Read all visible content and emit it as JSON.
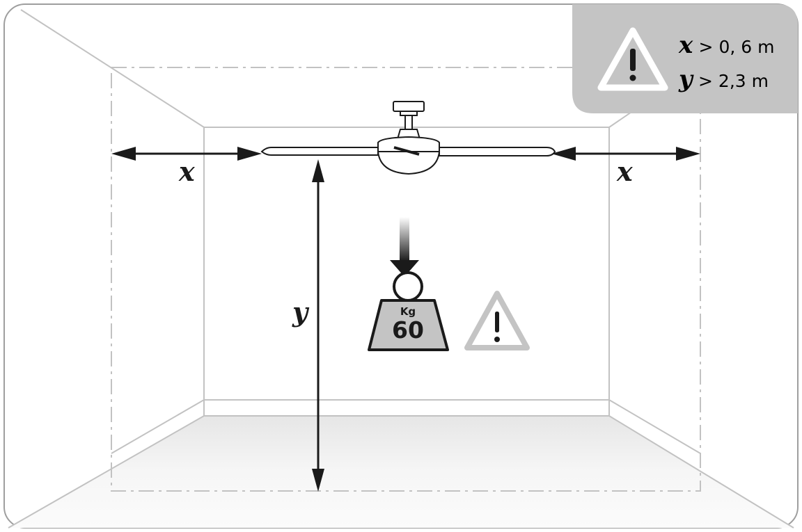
{
  "warning_box": {
    "row_x": {
      "variable": "x",
      "text": "> 0, 6 m"
    },
    "row_y": {
      "variable": "y",
      "text": "> 2,3 m"
    }
  },
  "dimensions": {
    "left_x_label": "x",
    "right_x_label": "x",
    "height_label": "y"
  },
  "weight": {
    "unit": "Kg",
    "value": "60"
  },
  "icons": [
    "warning-icon-box",
    "warning-icon-load",
    "ceiling-fan-icon",
    "weight-icon",
    "down-arrow-icon"
  ],
  "colors": {
    "outline": "#bdbdbd",
    "warning_box_bg": "#c4c4c4",
    "ink": "#1a1a1a",
    "floor": "#ececec"
  }
}
